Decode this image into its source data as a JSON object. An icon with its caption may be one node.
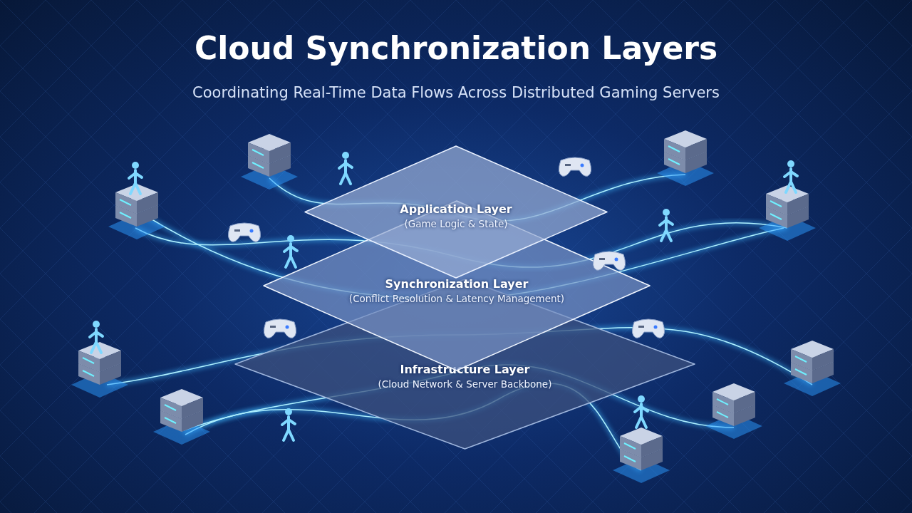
{
  "diagram": {
    "title": "Cloud Synchronization Layers",
    "nodes": [
      {
        "text": [
          "Application Layer",
          "(Game Logic & State)"
        ]
      },
      {
        "text": [
          "Synchronization Layer",
          "(Conflict Resolution & Latency Management)"
        ]
      },
      {
        "text": [
          "Infrastructure Layer",
          "(Cloud Network & Server Backbone)"
        ]
      }
    ],
    "labels": [
      "Coordinating Real-Time Data Flows Across Distributed Gaming Servers"
    ]
  }
}
